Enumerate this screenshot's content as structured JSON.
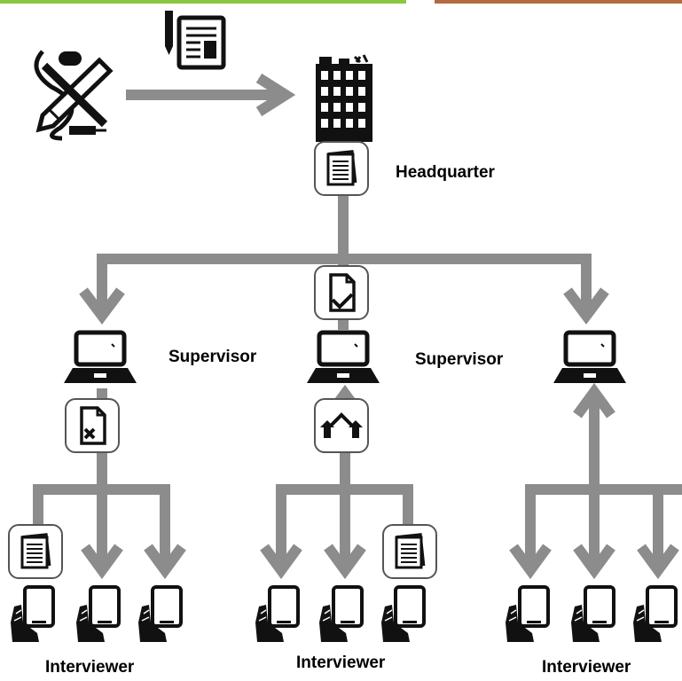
{
  "labels": {
    "headquarter": "Headquarter",
    "supervisor_left": "Supervisor",
    "supervisor_right": "Supervisor",
    "interviewer_left": "Interviewer",
    "interviewer_middle": "Interviewer",
    "interviewer_right": "Interviewer"
  },
  "colors": {
    "arrow": "#8c8c8c",
    "icon": "#111111",
    "accent_green": "#8cc63f",
    "accent_brown": "#b36a3e"
  },
  "icons": {
    "designer": "design-tools-icon",
    "questionnaire": "questionnaire-icon",
    "headquarter": "building-icon",
    "supervisor": "laptop-icon",
    "interviewer": "tablet-hand-icon",
    "approved": "document-check-icon",
    "rejected": "document-reject-icon",
    "completed": "documents-stack-icon",
    "sync": "upload-arrows-icon"
  }
}
